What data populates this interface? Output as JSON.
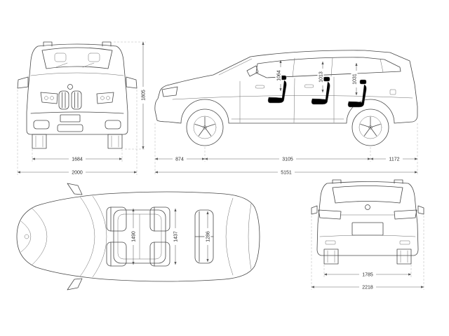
{
  "views": {
    "front": {
      "dims": {
        "width_track": "1684",
        "width_overall": "2000",
        "height": "1805"
      }
    },
    "side": {
      "dims": {
        "front_overhang": "874",
        "wheelbase": "3105",
        "rear_overhang": "1172",
        "length": "5151",
        "headroom_row1": "1064",
        "headroom_row2": "1013",
        "headroom_row3": "1031"
      }
    },
    "top": {
      "dims": {
        "interior_width_row1": "1490",
        "interior_width_row2": "1437",
        "interior_width_row3": "1286"
      }
    },
    "rear": {
      "dims": {
        "track": "1785",
        "width_mirrors": "2218"
      }
    }
  },
  "style": {
    "line_color": "#474747",
    "dim_color": "#666666",
    "text_color": "#2b2b2b",
    "background": "#ffffff"
  }
}
